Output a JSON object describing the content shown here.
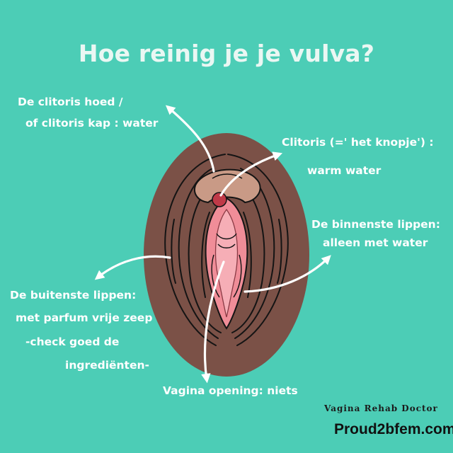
{
  "title": "Hoe reinig je je vulva?",
  "labels": {
    "hood_line1": "De clitoris hoed /",
    "hood_line2": "of clitoris kap : water",
    "clitoris_line1": "Clitoris (=' het knopje') :",
    "clitoris_line2": "warm water",
    "inner_lips_line1": "De binnenste lippen:",
    "inner_lips_line2": "alleen met water",
    "outer_lips_line1": "De buitenste lippen:",
    "outer_lips_line2": "met parfum vrije zeep",
    "outer_lips_line3": "-check goed de",
    "outer_lips_line4": "ingrediënten-",
    "vagina_opening": "Vagina opening: niets"
  },
  "branding": {
    "line1": "Vagina Rehab Doctor",
    "line2": "Proud2bfem.com"
  },
  "colors": {
    "background": "#4ccdb6",
    "skin": "#7b5147",
    "inner_pink": "#f08d98",
    "clitoris": "#c03a48",
    "text": "#ffffff"
  }
}
